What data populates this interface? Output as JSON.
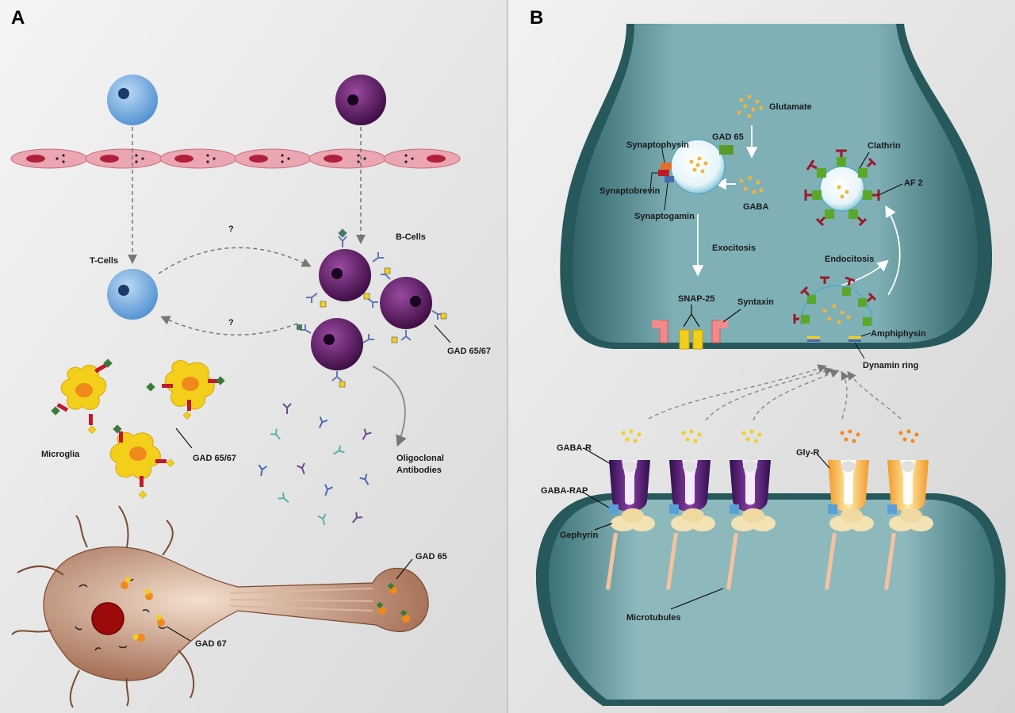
{
  "panel_a": {
    "letter": "A",
    "labels": {
      "b_cells": "B-Cells",
      "t_cells": "T-Cells",
      "question_top": "?",
      "question_bottom": "?",
      "gad_b": "GAD 65/67",
      "microglia": "Microglia",
      "gad_micro": "GAD 65/67",
      "oligo_1": "Oligoclonal",
      "oligo_2": "Antibodies",
      "gad65": "GAD 65",
      "gad67": "GAD 67"
    }
  },
  "panel_b": {
    "letter": "B",
    "labels": {
      "glutamate": "Glutamate",
      "gad65": "GAD 65",
      "synaptophysin": "Synaptophysin",
      "synaptobrevin": "Synaptobrevin",
      "synaptogamin": "Synaptogamin",
      "gaba": "GABA",
      "clathrin": "Clathrin",
      "af2": "AF 2",
      "exocitosis": "Exocitosis",
      "endocitosis": "Endocitosis",
      "snap25": "SNAP-25",
      "syntaxin": "Syntaxin",
      "amphiphysin": "Amphiphysin",
      "dynamin": "Dynamin ring",
      "gaba_r": "GABA-R",
      "gly_r": "Gly-R",
      "gaba_rap": "GABA-RAP",
      "gephyrin": "Gephyrin",
      "microtubules": "Microtubules"
    }
  },
  "colors": {
    "t_cell": "#6fa6dc",
    "b_cell": "#5a1a5e",
    "endothelium": "#e89aa8",
    "microglia": "#f3cf1c",
    "neuron": "#b88566",
    "terminal": "#6c9ea4",
    "terminal_edge": "#1f3d3f",
    "gaba_receptor": "#5b2a7a",
    "gly_receptor": "#f4b44c"
  }
}
